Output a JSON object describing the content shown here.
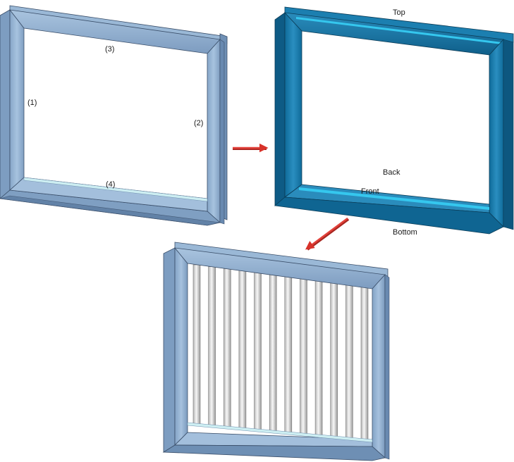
{
  "frame_one": {
    "labels": {
      "side_left": "(1)",
      "side_right": "(2)",
      "top": "(3)",
      "bottom": "(4)"
    },
    "colors": {
      "light": "#9dbbd9",
      "mid": "#7f9fc2",
      "dark": "#5d7da3",
      "outline": "#3b4f6a",
      "glass": "#bde3ea"
    }
  },
  "frame_two": {
    "labels": {
      "top": "Top",
      "back": "Back",
      "front": "Front",
      "bottom": "Bottom"
    },
    "colors": {
      "light": "#2e8fbf",
      "mid": "#1a79aa",
      "dark": "#0f5f8a",
      "outline": "#0b3c57",
      "accent": "#30c4ec"
    }
  },
  "frame_three": {
    "bar_count": 12,
    "colors": {
      "frame": "#8fb0d2",
      "bar_light": "#f4f4f4",
      "bar_dark": "#a9a9a9"
    }
  },
  "arrows": {
    "color": "#d8322a",
    "icons": [
      "arrow-right-icon",
      "arrow-down-left-icon"
    ]
  }
}
